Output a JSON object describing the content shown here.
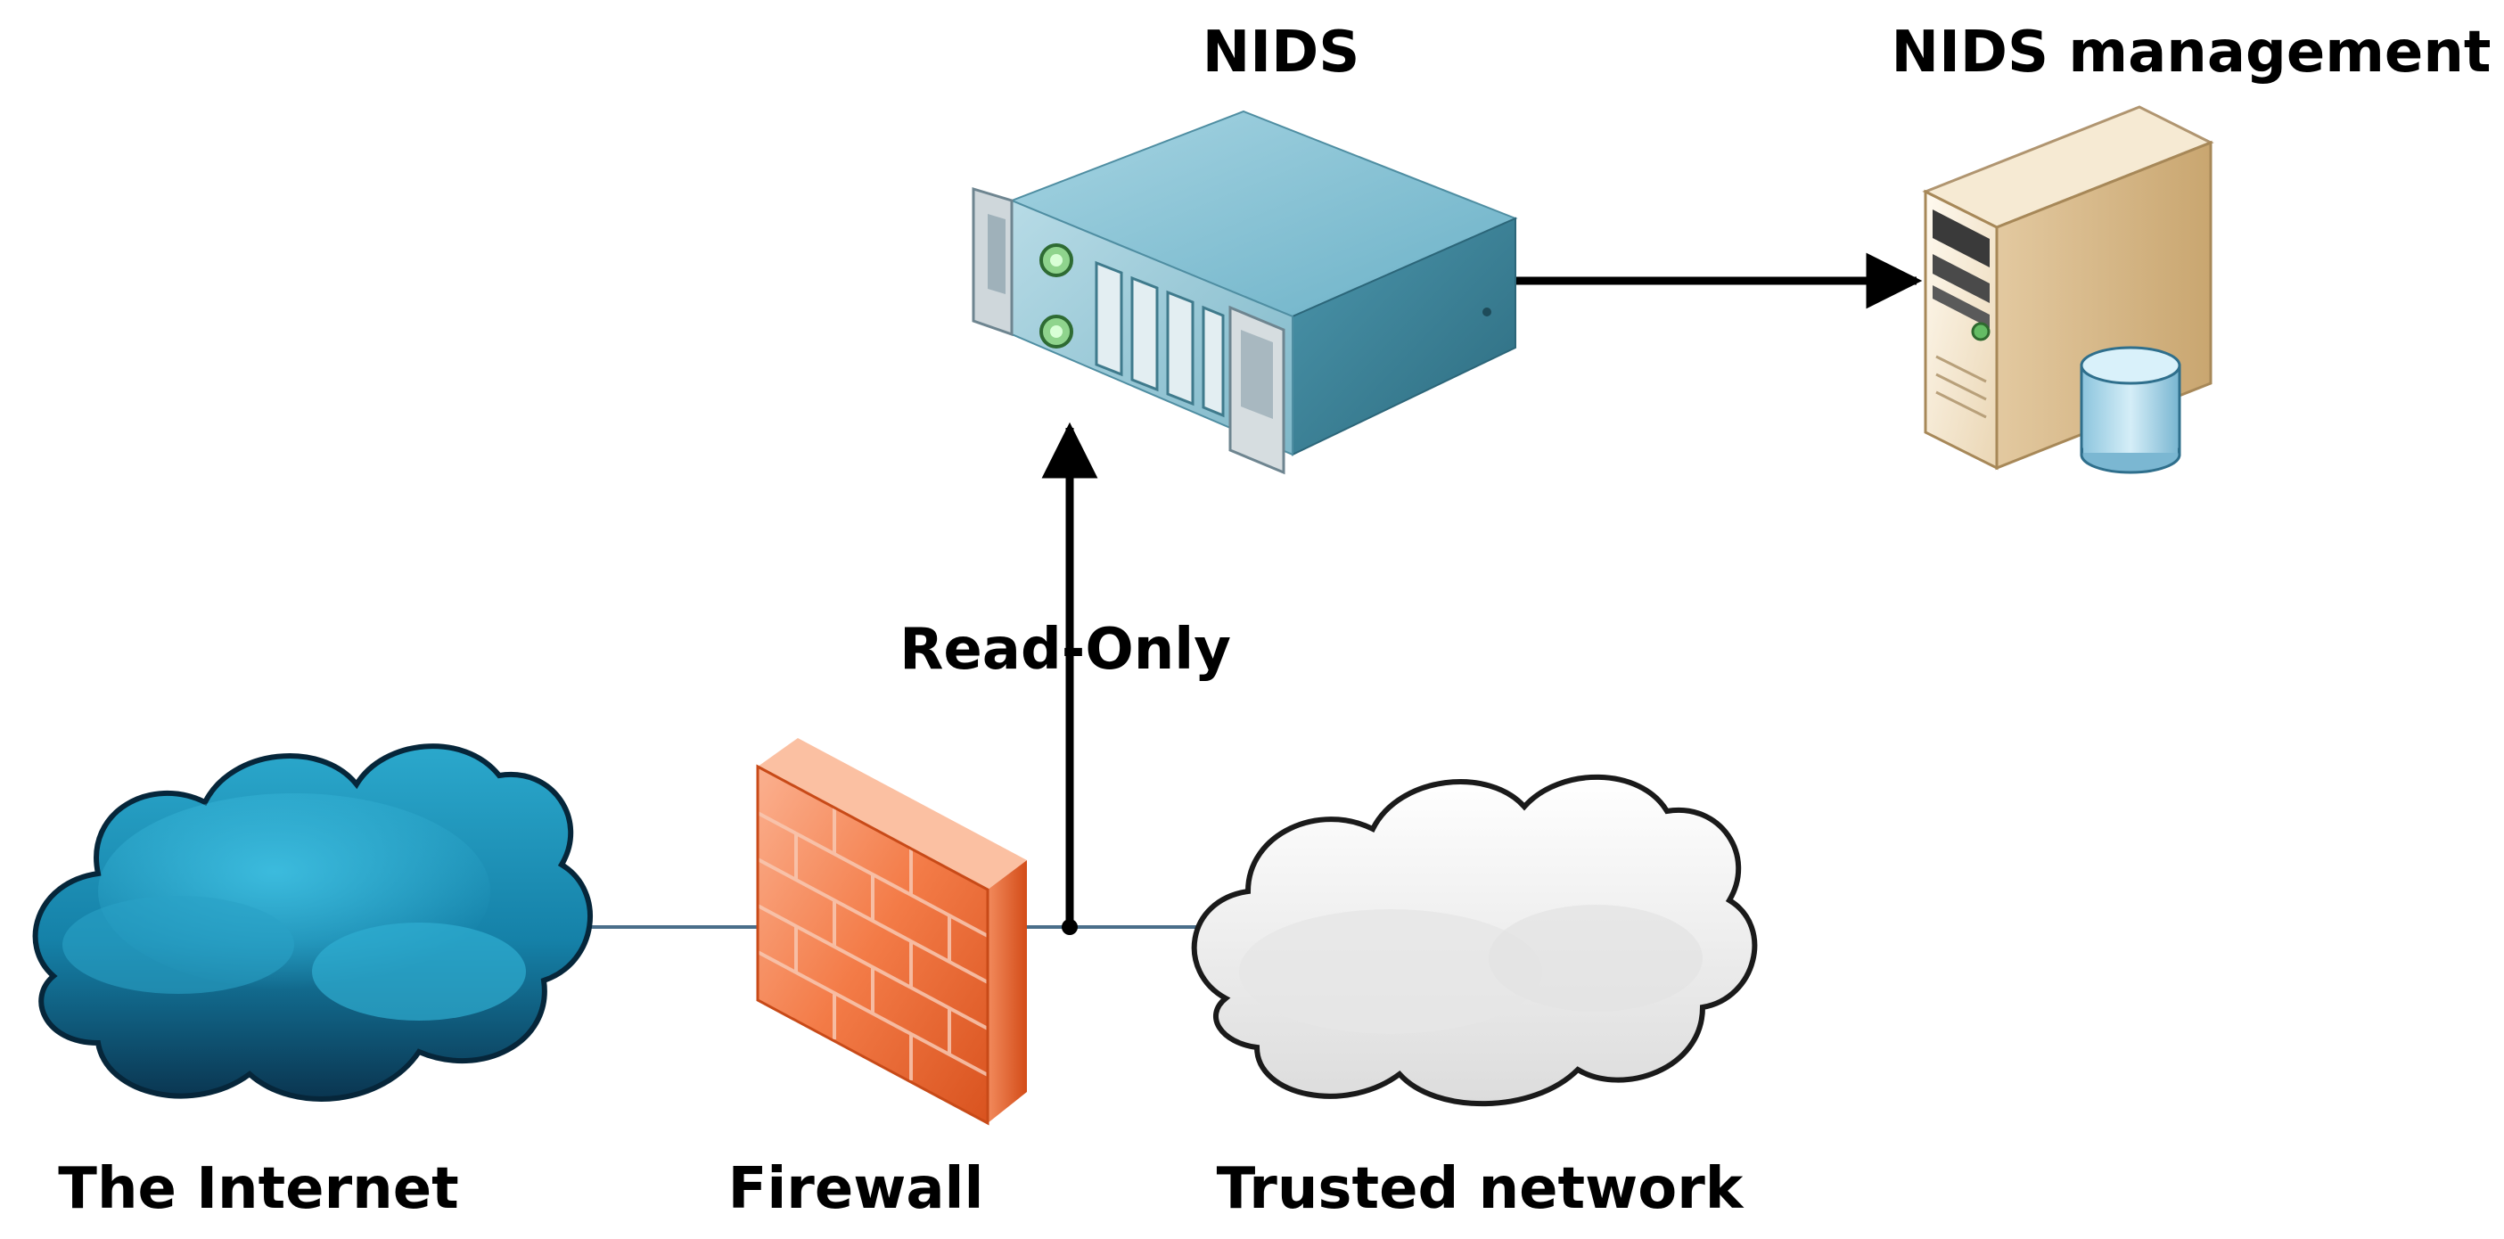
{
  "labels": {
    "nids": "NIDS",
    "nids_management": "NIDS management",
    "read_only": "Read-Only",
    "internet": "The Internet",
    "firewall": "Firewall",
    "trusted_network": "Trusted network"
  },
  "nodes": [
    {
      "id": "nids",
      "icon": "rack-server-icon"
    },
    {
      "id": "nids_management",
      "icon": "tower-server-database-icon"
    },
    {
      "id": "internet",
      "icon": "dark-cloud-icon"
    },
    {
      "id": "firewall",
      "icon": "brick-firewall-icon"
    },
    {
      "id": "trusted_network",
      "icon": "white-cloud-icon"
    }
  ],
  "edges": [
    {
      "from": "internet",
      "to": "firewall",
      "style": "line"
    },
    {
      "from": "firewall",
      "to": "trusted_network",
      "style": "line"
    },
    {
      "from": "trusted_network",
      "to": "nids",
      "style": "arrow",
      "label": "read_only"
    },
    {
      "from": "nids",
      "to": "nids_management",
      "style": "arrow"
    }
  ],
  "colors": {
    "link_line": "#4a6e8a",
    "arrow": "#000000",
    "internet_cloud": "#1f8fb3",
    "firewall": "#f06a36",
    "nids_server": "#5aa3b8",
    "management_server": "#ecdcc1",
    "database": "#a8d4e8",
    "trusted_cloud": "#eeeeee"
  }
}
